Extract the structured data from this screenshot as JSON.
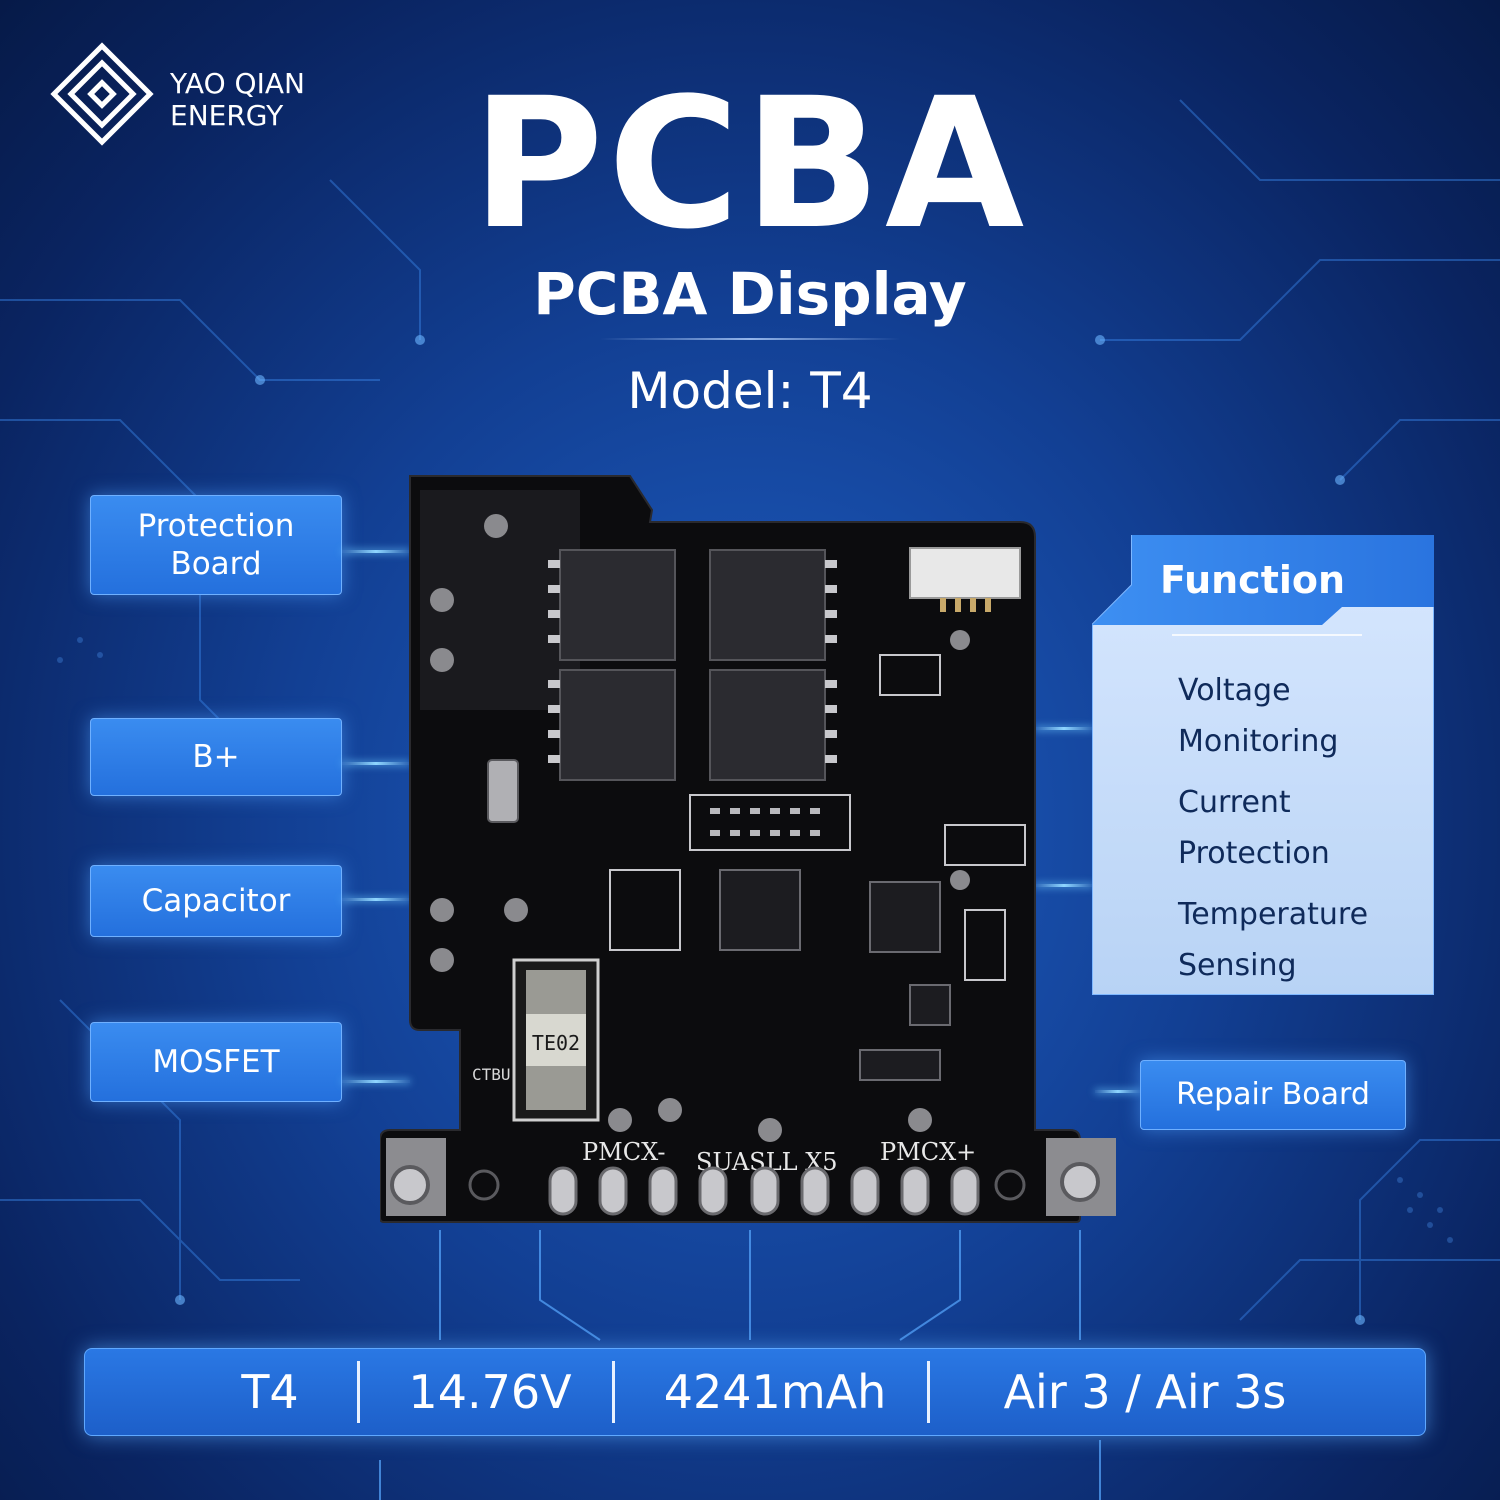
{
  "brand": {
    "line1": "YAO QIAN",
    "line2": "ENERGY",
    "logo_icon": "diamond-maze-logo"
  },
  "header": {
    "title": "PCBA",
    "subtitle": "PCBA Display",
    "model": "Model:  T4"
  },
  "left_labels": [
    {
      "id": "protection-board",
      "text": "Protection\nBoard"
    },
    {
      "id": "b-plus",
      "text": "B+"
    },
    {
      "id": "capacitor",
      "text": "Capacitor"
    },
    {
      "id": "mosfet",
      "text": "MOSFET"
    }
  ],
  "function_panel": {
    "title": "Function",
    "items": [
      "Voltage\nMonitoring",
      "Current\nProtection",
      "Temperature\nSensing"
    ]
  },
  "repair_label": "Repair Board",
  "pcb_markings": {
    "silk_left": "PMCX-",
    "silk_mid": "SUASLL X5",
    "silk_right": "PMCX+",
    "cap_code": "TE02",
    "cap_side": "CTBU"
  },
  "specs": [
    "T4",
    "14.76V",
    "4241mAh",
    "Air 3 / Air 3s"
  ],
  "colors": {
    "accent": "#2a78e4",
    "background": "#123f93",
    "pcb": "#0c0c0e"
  }
}
